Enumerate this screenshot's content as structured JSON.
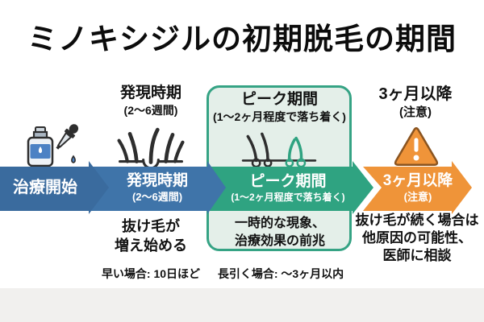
{
  "title": "ミノキシジルの初期脱毛の期間",
  "colors": {
    "arrow_start": "#3a6b9e",
    "arrow_onset": "#3f74a9",
    "arrow_peak": "#2fa381",
    "arrow_caution": "#ef9439",
    "box_border": "#35a384",
    "box_bg": "#e4efe9",
    "footer_bg": "#f1f0ee",
    "accent_blue": "#4d82c4",
    "warning_fill": "#f09439"
  },
  "icons": {
    "start": "dropper-bottle-icon",
    "onset": "hair-loss-follicle-icon",
    "peak": "hair-regrowth-icon",
    "caution": "warning-triangle-icon"
  },
  "steps": {
    "start": {
      "arrow_label": "治療開始"
    },
    "onset": {
      "header": "発現時期",
      "header_sub": "(2〜6週間)",
      "arrow_label": "発現時期",
      "arrow_sub": "(2〜6週間)",
      "description": "抜け毛が\n増え始める",
      "note": "早い場合: 10日ほど"
    },
    "peak": {
      "header": "ピーク期間",
      "header_sub": "(1〜2ヶ月程度で落ち着く)",
      "arrow_label": "ピーク期間",
      "arrow_sub": "(1〜2ヶ月程度で落ち着く)",
      "description": "一時的な現象、\n治療効果の前兆",
      "note": "長引く場合: 〜3ヶ月以内"
    },
    "caution": {
      "header": "3ヶ月以降",
      "header_sub": "(注意)",
      "arrow_label": "3ヶ月以降",
      "arrow_sub": "(注意)",
      "description": "抜け毛が続く場合は\n他原因の可能性、\n医師に相談"
    }
  }
}
